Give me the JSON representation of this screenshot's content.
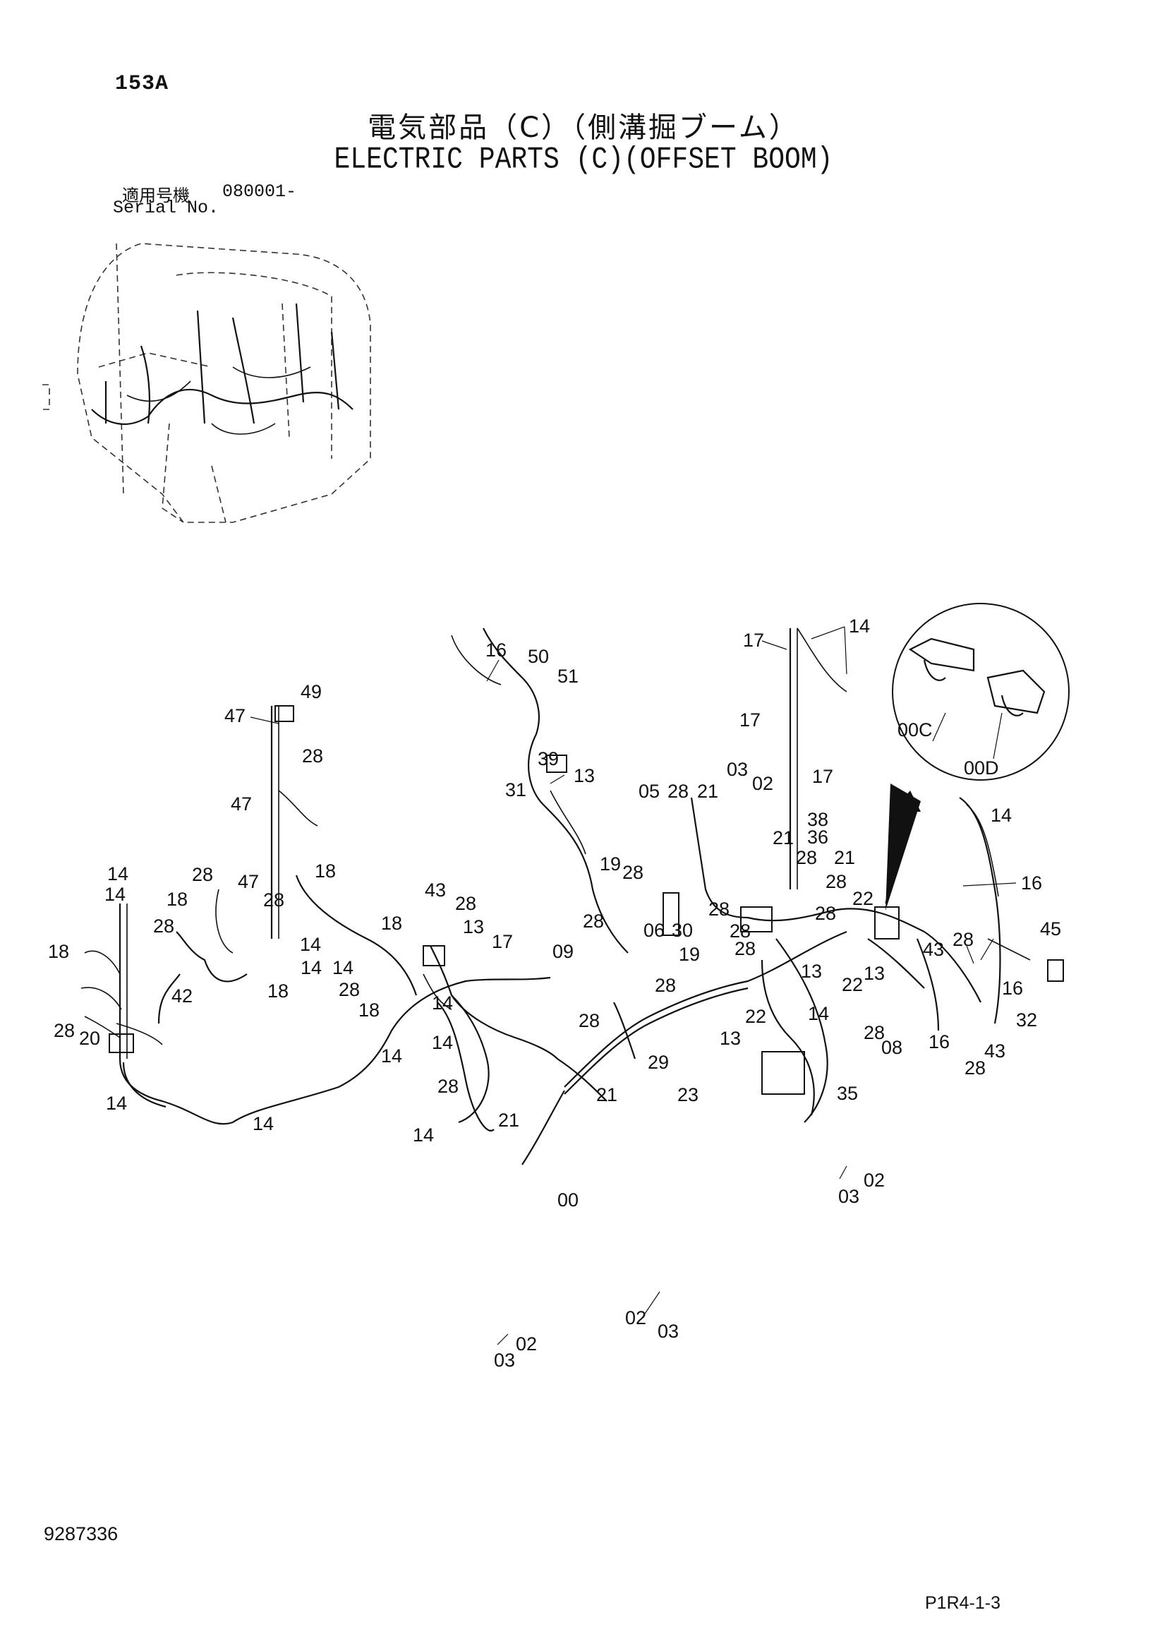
{
  "header": {
    "page_code": "153A",
    "title_jp": "電気部品（C）（側溝掘ブーム）",
    "title_en": "ELECTRIC PARTS (C)(OFFSET BOOM)",
    "serial_label_jp": "適用号機",
    "serial_value": "080001-",
    "serial_label_en": "Serial No."
  },
  "callouts": [
    {
      "text": "14"
    },
    {
      "text": "17"
    },
    {
      "text": "16"
    },
    {
      "text": "50"
    },
    {
      "text": "51"
    },
    {
      "text": "49"
    },
    {
      "text": "47"
    },
    {
      "text": "28"
    },
    {
      "text": "17"
    },
    {
      "text": "39"
    },
    {
      "text": "13"
    },
    {
      "text": "00C"
    },
    {
      "text": "00D"
    },
    {
      "text": "03"
    },
    {
      "text": "02"
    },
    {
      "text": "17"
    },
    {
      "text": "05"
    },
    {
      "text": "28"
    },
    {
      "text": "21"
    },
    {
      "text": "31"
    },
    {
      "text": "38"
    },
    {
      "text": "36"
    },
    {
      "text": "14"
    },
    {
      "text": "47"
    },
    {
      "text": "21"
    },
    {
      "text": "28"
    },
    {
      "text": "21"
    },
    {
      "text": "28"
    },
    {
      "text": "16"
    },
    {
      "text": "14"
    },
    {
      "text": "28"
    },
    {
      "text": "18"
    },
    {
      "text": "47"
    },
    {
      "text": "19"
    },
    {
      "text": "28"
    },
    {
      "text": "22"
    },
    {
      "text": "18"
    },
    {
      "text": "28"
    },
    {
      "text": "43"
    },
    {
      "text": "28"
    },
    {
      "text": "28"
    },
    {
      "text": "28"
    },
    {
      "text": "18"
    },
    {
      "text": "13"
    },
    {
      "text": "06"
    },
    {
      "text": "30"
    },
    {
      "text": "28"
    },
    {
      "text": "28"
    },
    {
      "text": "17"
    },
    {
      "text": "28"
    },
    {
      "text": "45"
    },
    {
      "text": "28"
    },
    {
      "text": "43"
    },
    {
      "text": "14"
    },
    {
      "text": "09"
    },
    {
      "text": "19"
    },
    {
      "text": "18"
    },
    {
      "text": "14"
    },
    {
      "text": "13"
    },
    {
      "text": "14"
    },
    {
      "text": "28"
    },
    {
      "text": "16"
    },
    {
      "text": "18"
    },
    {
      "text": "42"
    },
    {
      "text": "28"
    },
    {
      "text": "13"
    },
    {
      "text": "22"
    },
    {
      "text": "18"
    },
    {
      "text": "32"
    },
    {
      "text": "28"
    },
    {
      "text": "14"
    },
    {
      "text": "22"
    },
    {
      "text": "14"
    },
    {
      "text": "28"
    },
    {
      "text": "14"
    },
    {
      "text": "28"
    },
    {
      "text": "14"
    },
    {
      "text": "28"
    },
    {
      "text": "08"
    },
    {
      "text": "16"
    },
    {
      "text": "20"
    },
    {
      "text": "13"
    },
    {
      "text": "43"
    },
    {
      "text": "14"
    },
    {
      "text": "29"
    },
    {
      "text": "28"
    },
    {
      "text": "28"
    },
    {
      "text": "21"
    },
    {
      "text": "23"
    },
    {
      "text": "35"
    },
    {
      "text": "14"
    },
    {
      "text": "14"
    },
    {
      "text": "14"
    },
    {
      "text": "21"
    },
    {
      "text": "00"
    },
    {
      "text": "02"
    },
    {
      "text": "03"
    },
    {
      "text": "02"
    },
    {
      "text": "03"
    },
    {
      "text": "02"
    },
    {
      "text": "03"
    }
  ],
  "footer": {
    "doc_number": "9287336",
    "page_ref": "P1R4-1-3"
  }
}
